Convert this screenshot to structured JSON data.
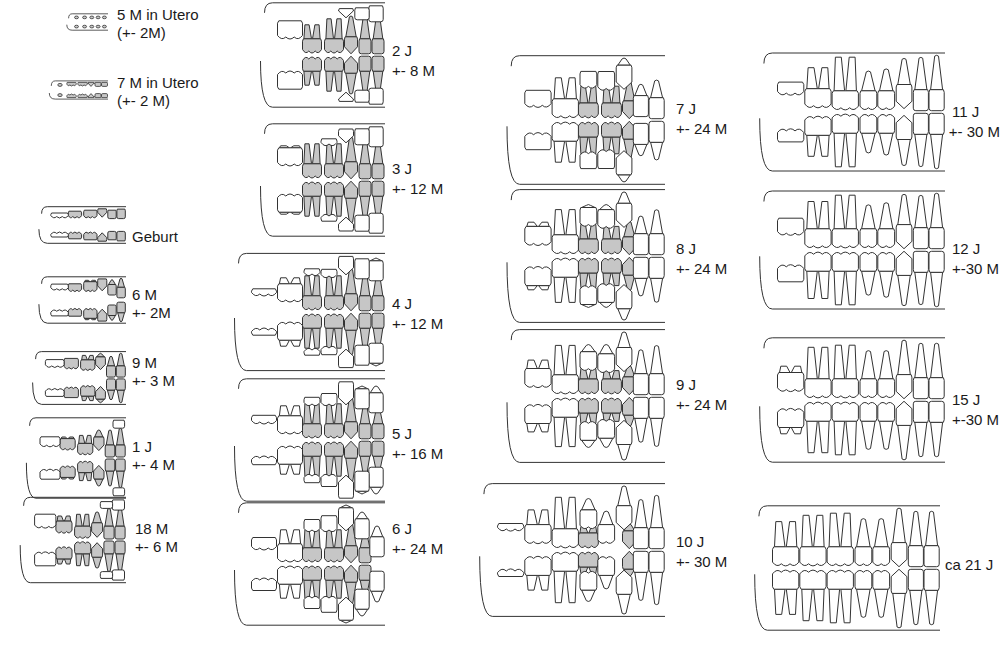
{
  "diagram": {
    "labels": [
      "5 M in Utero",
      "(+- 2M)",
      "7 M in Utero",
      "(+- 2 M)",
      "Geburt",
      "6 M",
      "+- 2M",
      "9 M",
      "+- 3 M",
      "1 J",
      "+- 4 M",
      "18 M",
      "+- 6 M",
      "2 J",
      "+- 8 M",
      "3 J",
      "+- 12 M",
      "4 J",
      "+- 12 M",
      "5 J",
      "+- 16 M",
      "6 J",
      "+- 24 M",
      "7 J",
      "+- 24 M",
      "8 J",
      "+- 24 M",
      "9 J",
      "+- 24 M",
      "10 J",
      "+- 30 M",
      "11 J",
      "+- 30 M",
      "12 J",
      "+-30 M",
      "15 J",
      "+-30 M",
      "ca 21 J"
    ]
  }
}
